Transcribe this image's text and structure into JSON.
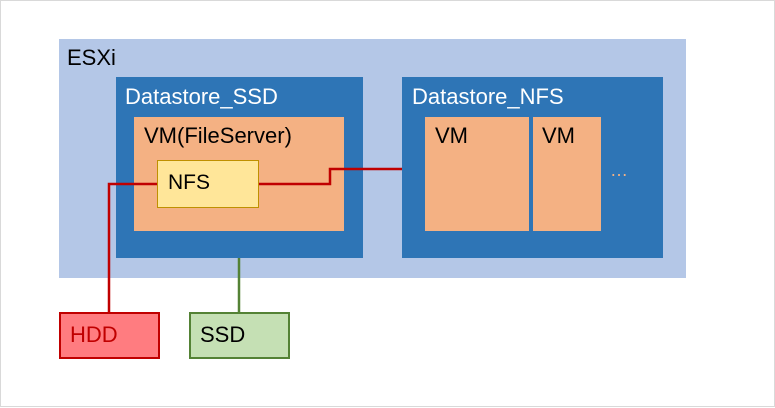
{
  "diagram": {
    "esxi": {
      "label": "ESXi",
      "color": "#b4c7e7"
    },
    "datastore_ssd": {
      "label": "Datastore_SSD",
      "color": "#2e75b6"
    },
    "datastore_nfs": {
      "label": "Datastore_NFS",
      "color": "#2e75b6"
    },
    "vm_fileserver": {
      "label": "VM(FileServer)",
      "color": "#f4b183"
    },
    "nfs_share": {
      "label": "NFS",
      "color": "#ffe699"
    },
    "vms": [
      {
        "label": "VM"
      },
      {
        "label": "VM"
      }
    ],
    "more_indicator": "…",
    "hdd": {
      "label": "HDD",
      "color": "#ff7c80",
      "border": "#c00000"
    },
    "ssd": {
      "label": "SSD",
      "color": "#c5e0b4",
      "border": "#548235"
    },
    "connectors": {
      "red": "#c00000",
      "green": "#548235"
    }
  }
}
